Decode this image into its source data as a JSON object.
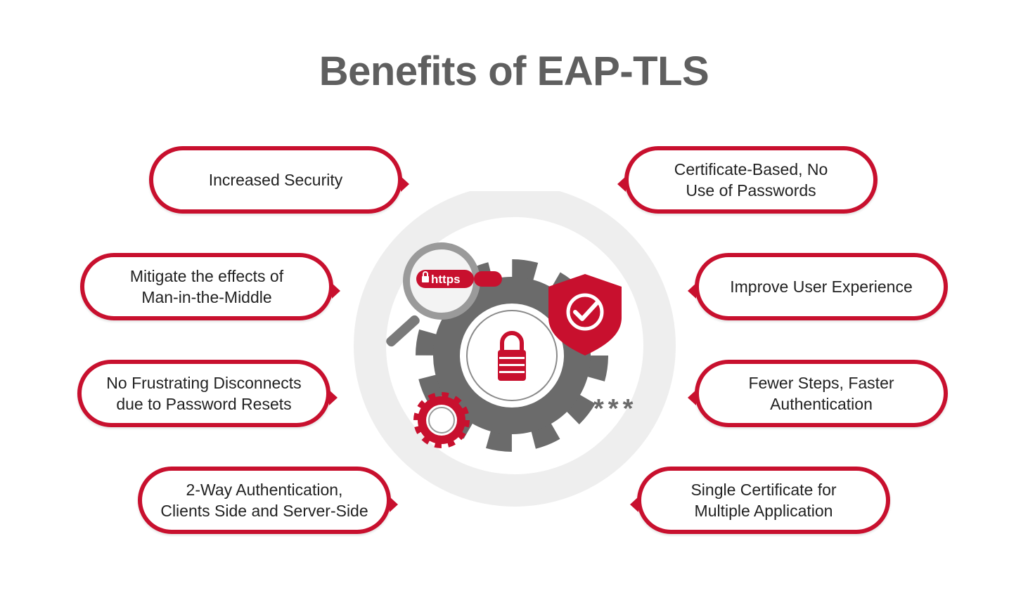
{
  "title": "Benefits of EAP-TLS",
  "left_benefits": [
    {
      "label": "Increased Security"
    },
    {
      "label": "Mitigate the effects of\nMan-in-the-Middle"
    },
    {
      "label": "No Frustrating Disconnects\ndue to Password Resets"
    },
    {
      "label": "2-Way Authentication,\nClients Side and Server-Side"
    }
  ],
  "right_benefits": [
    {
      "label": "Certificate-Based, No\nUse of Passwords"
    },
    {
      "label": "Improve User Experience"
    },
    {
      "label": "Fewer Steps, Faster\nAuthentication"
    },
    {
      "label": "Single Certificate for\nMultiple Application"
    }
  ],
  "graphic": {
    "https_label": "https",
    "asterisks": "***",
    "icons": [
      "magnifier-icon",
      "padlock-icon",
      "gear-icon",
      "shield-check-icon",
      "password-asterisks-icon"
    ]
  },
  "colors": {
    "accent": "#c8102e",
    "title": "#5f5f5f",
    "gear": "#6b6b6b",
    "ring": "#eeeeee"
  }
}
